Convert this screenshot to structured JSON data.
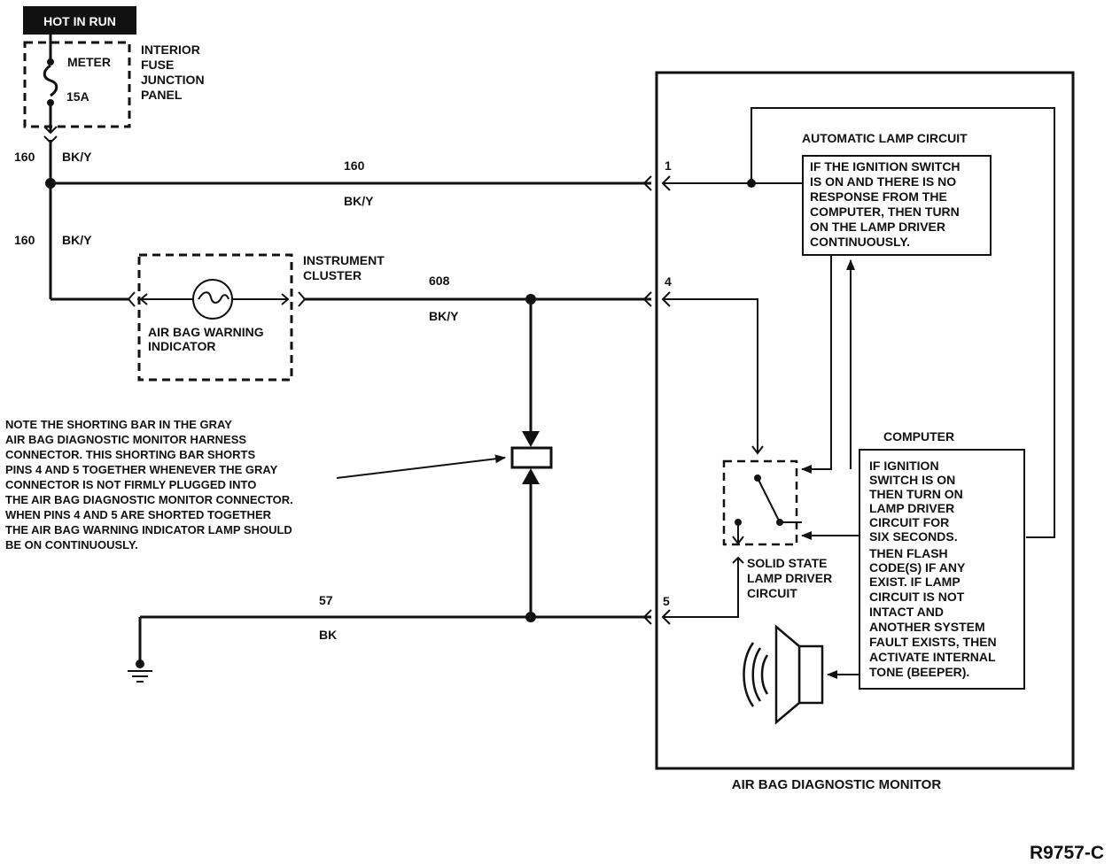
{
  "header": {
    "hot_in_run": "HOT IN RUN"
  },
  "fuse_panel": {
    "meter": "METER",
    "rating": "15A",
    "label_lines": [
      "INTERIOR",
      "FUSE",
      "JUNCTION",
      "PANEL"
    ]
  },
  "wires": {
    "w160_left_a": "160",
    "w160_color_a": "BK/Y",
    "w160_top": "160",
    "w160_top_color": "BK/Y",
    "w160_left_b": "160",
    "w160_color_b": "BK/Y",
    "w608": "608",
    "w608_color": "BK/Y",
    "w57": "57",
    "w57_color": "BK"
  },
  "instrument_cluster": {
    "label_lines": [
      "INSTRUMENT",
      "CLUSTER"
    ],
    "indicator_lines": [
      "AIR BAG WARNING",
      "INDICATOR"
    ]
  },
  "note_lines": [
    "NOTE THE SHORTING BAR IN THE GRAY",
    "AIR BAG DIAGNOSTIC MONITOR HARNESS",
    "CONNECTOR. THIS SHORTING BAR SHORTS",
    "PINS 4 AND 5 TOGETHER WHENEVER THE GRAY",
    "CONNECTOR IS NOT FIRMLY PLUGGED INTO",
    "THE AIR BAG DIAGNOSTIC MONITOR CONNECTOR.",
    "WHEN PINS 4 AND 5 ARE SHORTED TOGETHER",
    "THE AIR BAG WARNING INDICATOR LAMP SHOULD",
    "BE ON CONTINUOUSLY."
  ],
  "pins": {
    "p1": "1",
    "p4": "4",
    "p5": "5"
  },
  "monitor": {
    "title": "AIR BAG DIAGNOSTIC MONITOR",
    "auto_lamp_title": "AUTOMATIC LAMP CIRCUIT",
    "auto_lamp_lines": [
      "IF THE IGNITION SWITCH",
      "IS ON AND THERE IS NO",
      "RESPONSE FROM THE",
      "COMPUTER, THEN TURN",
      "ON THE LAMP DRIVER",
      "CONTINUOUSLY."
    ],
    "computer_title": "COMPUTER",
    "computer_lines": [
      "IF IGNITION",
      "SWITCH IS ON",
      "THEN TURN ON",
      "LAMP DRIVER",
      "CIRCUIT FOR",
      "SIX SECONDS.",
      "THEN FLASH",
      "CODE(S) IF ANY",
      "EXIST. IF LAMP",
      "CIRCUIT IS NOT",
      "INTACT AND",
      "ANOTHER SYSTEM",
      "FAULT EXISTS, THEN",
      "ACTIVATE INTERNAL",
      "TONE (BEEPER)."
    ],
    "lamp_driver_lines": [
      "SOLID STATE",
      "LAMP DRIVER",
      "CIRCUIT"
    ]
  },
  "figure_id": "R9757-C"
}
